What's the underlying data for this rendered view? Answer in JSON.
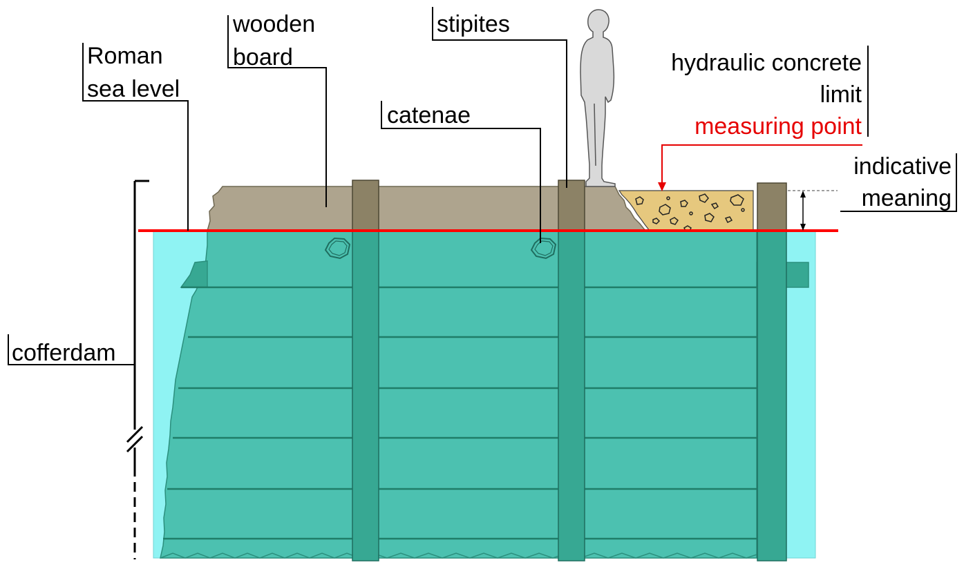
{
  "labels": {
    "roman_sea_level": [
      "Roman",
      "sea level"
    ],
    "wooden_board": [
      "wooden",
      "board"
    ],
    "stipites": "stipites",
    "catenae": "catenae",
    "hydraulic_concrete_limit": [
      "hydraulic concrete",
      "limit"
    ],
    "measuring_point": "measuring point",
    "indicative_meaning": [
      "indicative",
      "meaning"
    ],
    "cofferdam": "cofferdam"
  },
  "colors": {
    "water": "#8ff3f3",
    "cofferdam_fill": "#4cc1b0",
    "post": "#37a893",
    "post_above_water": "#8c8266",
    "board_above_water": "#aea48e",
    "concrete": "#e6c87e",
    "sea_level_line": "#ff0000",
    "measuring_point_text": "#e60000",
    "statue": "#d9d9d9"
  },
  "icons": {
    "human_figure": "statue-icon",
    "arrow": "arrow-down-icon"
  }
}
